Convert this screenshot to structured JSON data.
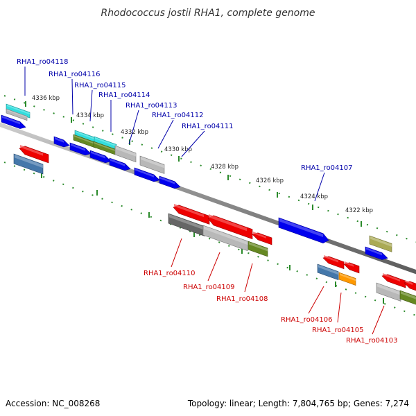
{
  "title": "Rhodococcus jostii RHA1, complete genome",
  "footer": {
    "accession": "Accession: NC_008268",
    "summary": "Topology: linear; Length: 7,804,765 bp; Genes: 7,274"
  },
  "colors": {
    "forward_label": "#0000aa",
    "reverse_label": "#cc0000",
    "backbone": "#808080",
    "tick": "#2a8a2a",
    "blue": "#0000ee",
    "red": "#ee0000",
    "gray": "#b8b8b8",
    "darkgray": "#666666",
    "cyan": "#33dddd",
    "olive": "#668822",
    "steel": "#4477aa",
    "khaki": "#aaaa55",
    "orange": "#ff9900"
  },
  "scale_ticks": [
    "4336 kbp",
    "4334 kbp",
    "4332 kbp",
    "4330 kbp",
    "4328 kbp",
    "4326 kbp",
    "4324 kbp",
    "4322 kbp"
  ],
  "forward_genes": [
    "RHA1_ro04118",
    "RHA1_ro04116",
    "RHA1_ro04115",
    "RHA1_ro04114",
    "RHA1_ro04113",
    "RHA1_ro04112",
    "RHA1_ro04111",
    "RHA1_ro04107"
  ],
  "reverse_genes": [
    "RHA1_ro04110",
    "RHA1_ro04109",
    "RHA1_ro04108",
    "RHA1_ro04106",
    "RHA1_ro04105",
    "RHA1_ro04103"
  ]
}
